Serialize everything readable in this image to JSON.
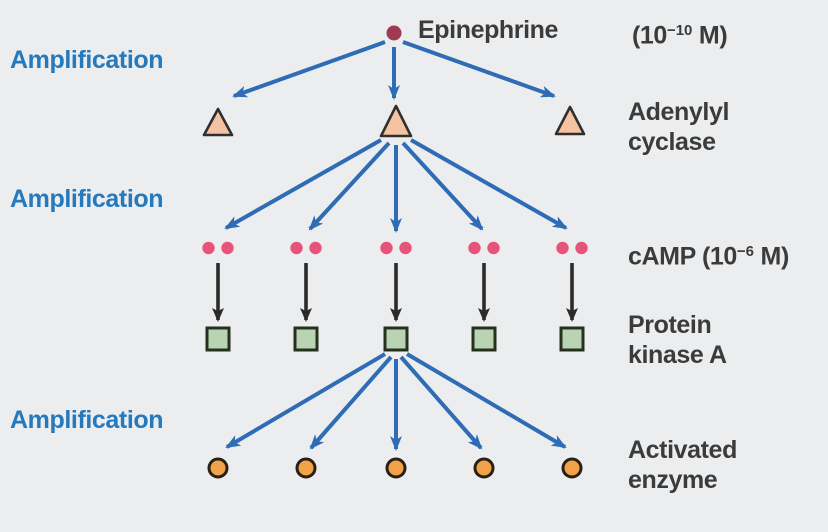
{
  "figure": {
    "amplification_labels": [
      "Amplification",
      "Amplification",
      "Amplification"
    ],
    "stages": {
      "epinephrine": {
        "label": "Epinephrine",
        "conc_prefix": "(10",
        "conc_sup": "−10",
        "conc_suffix": " M)"
      },
      "adenylyl_cyclase": {
        "line1": "Adenylyl",
        "line2": "cyclase"
      },
      "camp": {
        "prefix": "cAMP (10",
        "sup": "−6",
        "suffix": " M)"
      },
      "protein_kinase_a": {
        "line1": "Protein",
        "line2": "kinase A"
      },
      "activated_enzyme": {
        "line1": "Activated",
        "line2": "enzyme"
      }
    },
    "cascade_counts": {
      "epinephrine_molecules": 1,
      "adenylyl_cyclase_molecules": 3,
      "camp_pairs": 5,
      "camp_dots": 10,
      "protein_kinase_a_molecules": 5,
      "activated_enzyme_molecules": 5
    },
    "colors": {
      "background": "#ecedee",
      "amplification_text": "#2579bd",
      "arrow_blue": "#2e6cb5",
      "arrow_black": "#2b2b2b",
      "label_text": "#3b3b3b",
      "epinephrine_dot": "#9e3b50",
      "adenylyl_triangle_fill": "#f5c3a1",
      "triangle_stroke": "#2f2f2f",
      "camp_dot": "#e85379",
      "kinase_square_fill": "#b9d4b2",
      "kinase_square_stroke": "#26301f",
      "enzyme_circle_fill": "#f2a349",
      "enzyme_circle_stroke": "#2a2115"
    }
  }
}
